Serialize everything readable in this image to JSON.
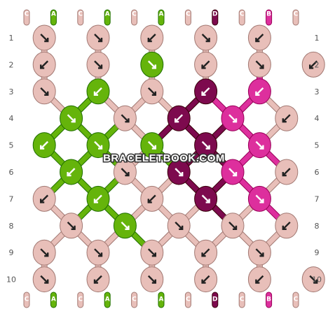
{
  "watermark": "BRACELETBOOK.COM",
  "strands": [
    "C",
    "A",
    "C",
    "A",
    "C",
    "A",
    "C",
    "D",
    "C",
    "B",
    "C"
  ],
  "strand_colors": {
    "C": "#e8bfb9",
    "A": "#65b40b",
    "D": "#7d0a4e",
    "B": "#dd2f9d"
  },
  "row_labels": [
    "1",
    "2",
    "3",
    "4",
    "5",
    "6",
    "7",
    "8",
    "9",
    "10"
  ],
  "knot_colors": [
    [
      "C",
      "C",
      "C",
      "C",
      "C"
    ],
    [
      "C",
      "C",
      "A",
      "C",
      "C",
      "C"
    ],
    [
      "C",
      "A",
      "C",
      "D",
      "B"
    ],
    [
      "A",
      "C",
      "D",
      "B",
      "C"
    ],
    [
      "A",
      "A",
      "A",
      "D",
      "B"
    ],
    [
      "A",
      "C",
      "D",
      "B",
      "C"
    ],
    [
      "C",
      "A",
      "C",
      "D",
      "B"
    ],
    [
      "C",
      "A",
      "C",
      "C",
      "C"
    ],
    [
      "C",
      "C",
      "C",
      "C",
      "C"
    ],
    [
      "C",
      "C",
      "C",
      "C",
      "C",
      "C"
    ]
  ],
  "knot_arrows": [
    [
      "se",
      "se",
      "sw",
      "se",
      "sw"
    ],
    [
      "sw",
      "se",
      "se",
      "sw",
      "se",
      "sw"
    ],
    [
      "se",
      "sw",
      "se",
      "sw",
      "sw"
    ],
    [
      "se",
      "se",
      "sw",
      "se",
      "sw"
    ],
    [
      "sw",
      "se",
      "se",
      "se",
      "se"
    ],
    [
      "sw",
      "se",
      "se",
      "se",
      "sw"
    ],
    [
      "sw",
      "sw",
      "sw",
      "se",
      "se"
    ],
    [
      "se",
      "se",
      "se",
      "se",
      "sw"
    ],
    [
      "se",
      "se",
      "se",
      "sw",
      "se"
    ],
    [
      "se",
      "sw",
      "se",
      "sw",
      "sw",
      "se"
    ]
  ]
}
